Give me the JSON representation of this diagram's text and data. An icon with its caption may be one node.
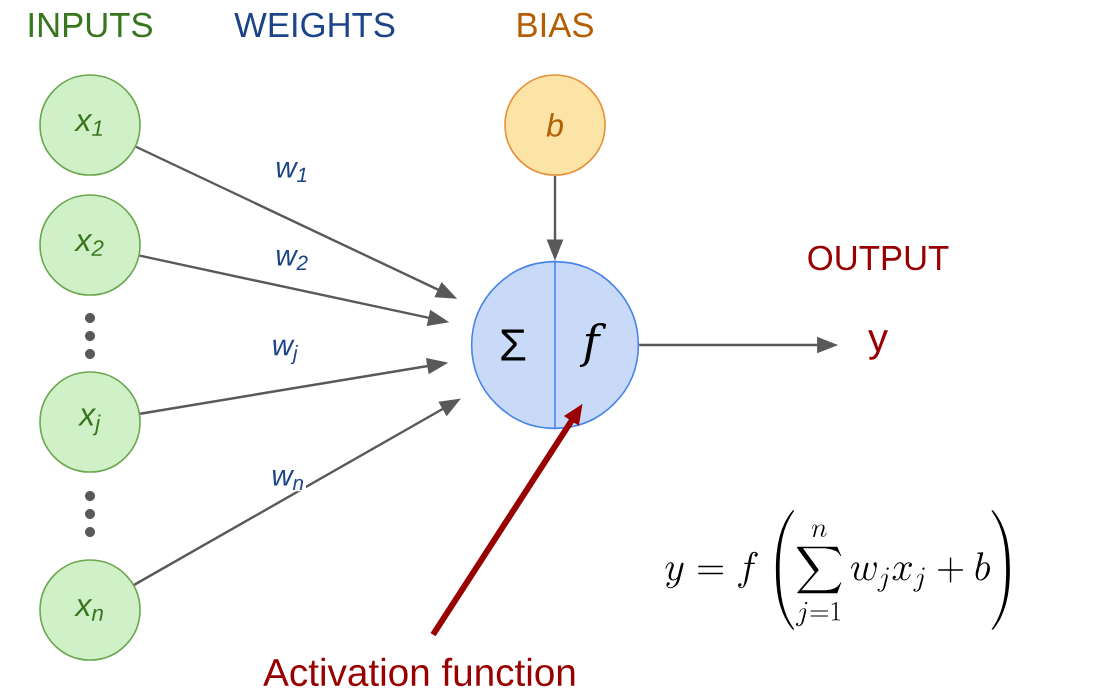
{
  "diagram": {
    "nodes": [
      {
        "text": [
          "x$_{1}$"
        ]
      },
      {
        "text": [
          "x$_{2}$"
        ]
      },
      {
        "text": [
          "x$_{j}$"
        ]
      },
      {
        "text": [
          "x$_{n}$"
        ]
      },
      {
        "text": [
          "b"
        ]
      },
      {
        "text": [
          "Σ",
          "f"
        ]
      },
      {
        "text": [
          "y"
        ]
      },
      {
        "text": [
          "Activation function"
        ]
      }
    ],
    "edges": [
      {
        "from": 0,
        "to": 5,
        "arrow": "to",
        "label": "w$_{1}$"
      },
      {
        "from": 1,
        "to": 5,
        "arrow": "to",
        "label": "w$_{2}$"
      },
      {
        "from": 2,
        "to": 5,
        "arrow": "to",
        "label": "w$_{j}$"
      },
      {
        "from": 3,
        "to": 5,
        "arrow": "to",
        "label": "w$_{n}$"
      },
      {
        "from": 4,
        "to": 5,
        "arrow": "to"
      },
      {
        "from": 5,
        "to": 6,
        "arrow": "to"
      },
      {
        "from": 7,
        "to": 5,
        "arrow": "to",
        "style": "thick",
        "color": "#990000"
      }
    ],
    "labels": [
      "INPUTS",
      "WEIGHTS",
      "BIAS",
      "OUTPUT",
      "y = f \\left( \\sum_{j=1}^{n} w_j x_j + b \\right)"
    ]
  }
}
